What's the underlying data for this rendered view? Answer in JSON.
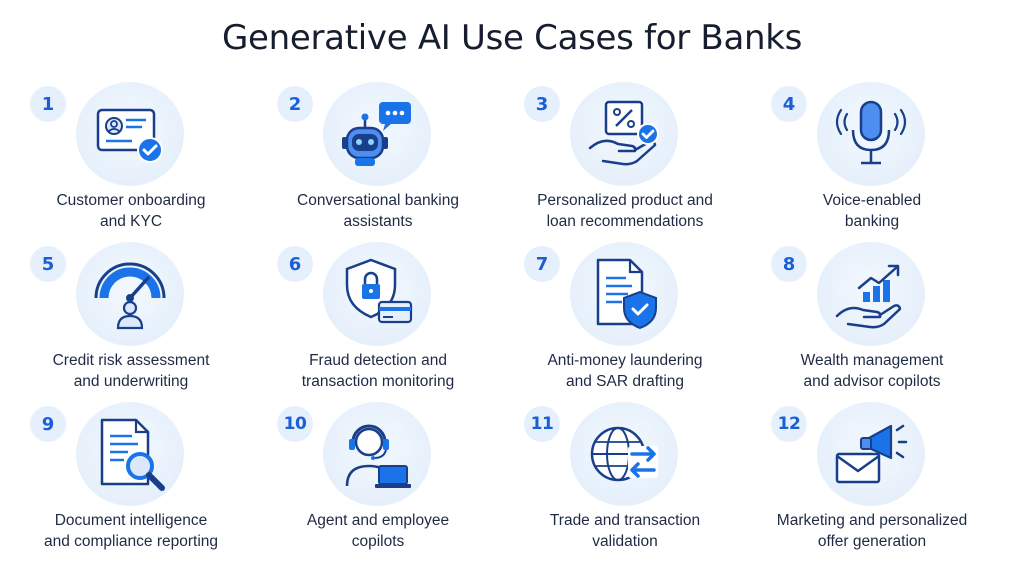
{
  "title": "Generative AI Use Cases for Banks",
  "colors": {
    "accent": "#1a73e8",
    "accent_dark": "#1a4fb5",
    "circle_bg": "#e6f0fb",
    "text": "#1f2a44"
  },
  "use_cases": [
    {
      "number": "1",
      "line1": "Customer onboarding",
      "line2": "and KYC",
      "icon": "id-card-check-icon"
    },
    {
      "number": "2",
      "line1": "Conversational banking",
      "line2": "assistants",
      "icon": "chatbot-robot-icon"
    },
    {
      "number": "3",
      "line1": "Personalized product and",
      "line2": "loan recommendations",
      "icon": "hand-percent-offer-icon"
    },
    {
      "number": "4",
      "line1": "Voice-enabled",
      "line2": "banking",
      "icon": "microphone-icon"
    },
    {
      "number": "5",
      "line1": "Credit risk assessment",
      "line2": "and underwriting",
      "icon": "credit-gauge-icon"
    },
    {
      "number": "6",
      "line1": "Fraud detection and",
      "line2": "transaction monitoring",
      "icon": "shield-lock-card-icon"
    },
    {
      "number": "7",
      "line1": "Anti-money laundering",
      "line2": "and SAR drafting",
      "icon": "document-shield-icon"
    },
    {
      "number": "8",
      "line1": "Wealth management",
      "line2": "and advisor copilots",
      "icon": "hand-growth-chart-icon"
    },
    {
      "number": "9",
      "line1": "Document intelligence",
      "line2": "and compliance reporting",
      "icon": "document-magnifier-icon"
    },
    {
      "number": "10",
      "line1": "Agent and employee",
      "line2": "copilots",
      "icon": "headset-agent-laptop-icon"
    },
    {
      "number": "11",
      "line1": "Trade and transaction",
      "line2": "validation",
      "icon": "globe-exchange-icon"
    },
    {
      "number": "12",
      "line1": "Marketing and personalized",
      "line2": "offer generation",
      "icon": "envelope-megaphone-icon"
    }
  ]
}
